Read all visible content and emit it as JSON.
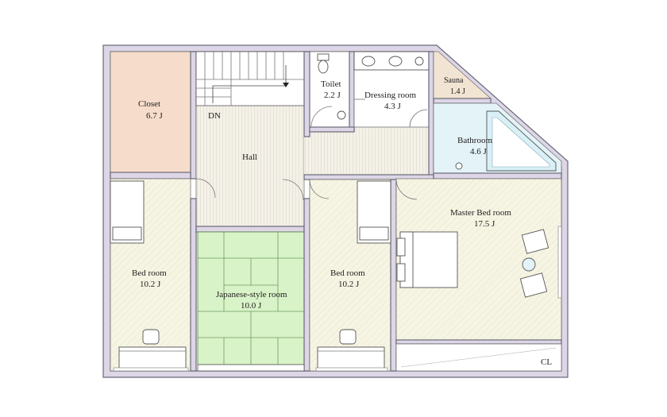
{
  "rooms": {
    "closet": {
      "name": "Closet",
      "size": "6.7 J"
    },
    "hall": {
      "name": "Hall"
    },
    "dn": {
      "name": "DN"
    },
    "toilet": {
      "name": "Toilet",
      "size": "2.2 J"
    },
    "dressing": {
      "name": "Dressing room",
      "size": "4.3 J"
    },
    "sauna": {
      "name": "Sauna",
      "size": "1.4 J"
    },
    "bathroom": {
      "name": "Bathroom",
      "size": "4.6 J"
    },
    "master": {
      "name": "Master Bed room",
      "size": "17.5 J"
    },
    "bed_left": {
      "name": "Bed room",
      "size": "10.2 J"
    },
    "japanese": {
      "name": "Japanese-style room",
      "size": "10.0 J"
    },
    "bed_right": {
      "name": "Bed room",
      "size": "10.2 J"
    },
    "cl": {
      "name": "CL"
    }
  },
  "colors": {
    "closet": "#f6dccb",
    "hall": "#f4f1e8",
    "bedroom": "#f6f5e4",
    "tatami": "#d9f3c8",
    "tatami_lines": "#6c9a5c",
    "bath": "#e4f3f8",
    "tub": "#d8f0f6",
    "sauna": "#f2e4d2",
    "dressing": "#ffffff",
    "wall": "#ddd6e6",
    "wall_stroke": "#6a6a78"
  }
}
